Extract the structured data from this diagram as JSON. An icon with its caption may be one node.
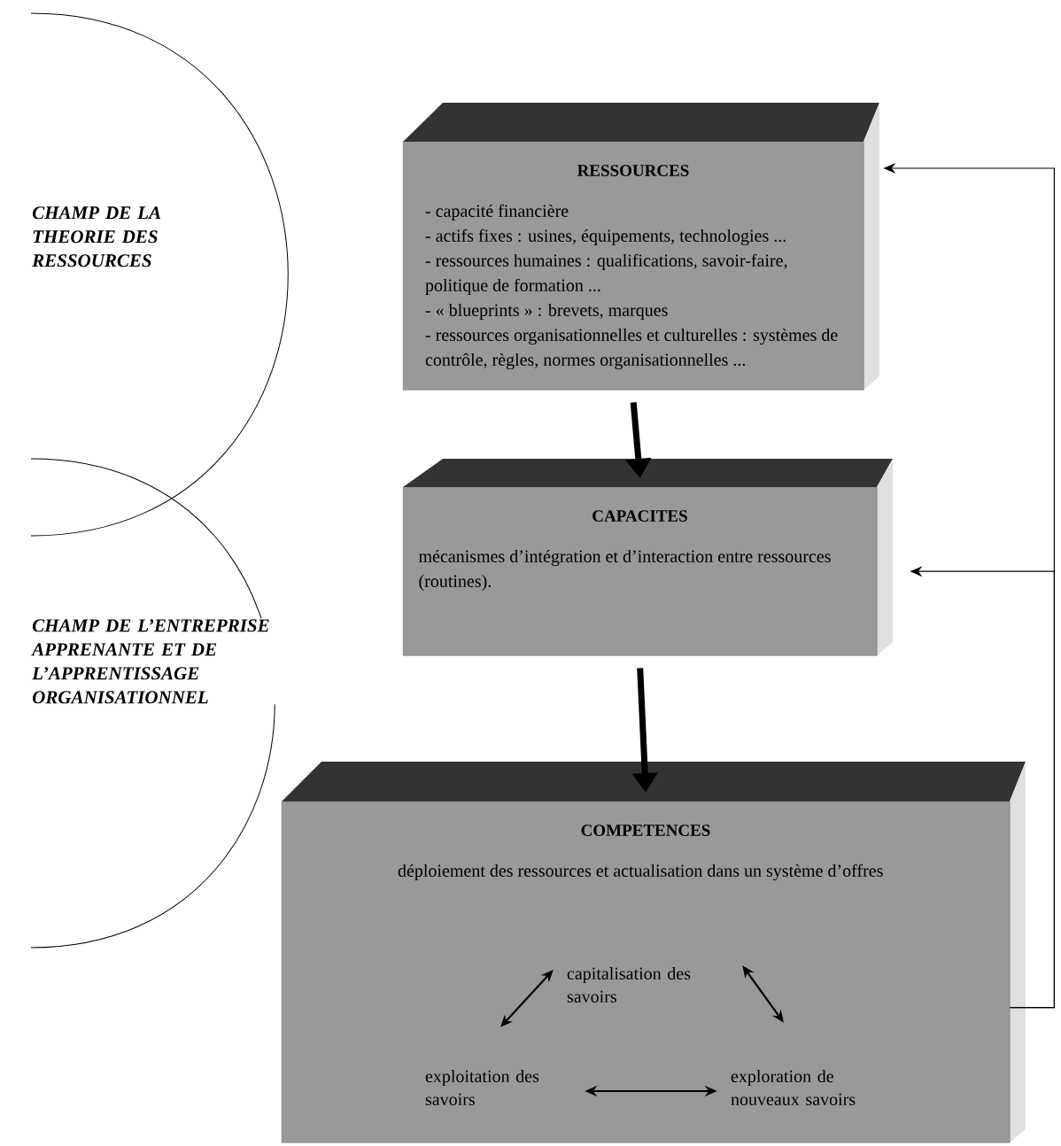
{
  "diagram": {
    "nodes": [
      {
        "text": [
          "RESSOURCES",
          "- capacité financière",
          "- actifs fixes : usines, équipements, technologies ...",
          "- ressources humaines : qualifications, savoir-faire, politique de formation ...",
          "- « blueprints » : brevets, marques",
          "- ressources organisationnelles et culturelles : systèmes de contrôle, règles, normes organisationnelles ..."
        ]
      },
      {
        "text": [
          "CAPACITES",
          "mécanismes d’intégration et d’interaction entre ressources (routines)."
        ]
      },
      {
        "text": [
          "COMPETENCES",
          "déploiement des ressources et actualisation dans un système d’offres"
        ]
      },
      {
        "text": [
          "capitalisation des savoirs"
        ],
        "in": 2
      },
      {
        "text": [
          "exploitation des savoirs"
        ],
        "in": 2
      },
      {
        "text": [
          "exploration de nouveaux savoirs"
        ],
        "in": 2
      }
    ],
    "edges": [
      {
        "from": 0,
        "to": 1,
        "arrow": "to",
        "style": "thick"
      },
      {
        "from": 1,
        "to": 2,
        "arrow": "to",
        "style": "thick"
      },
      {
        "from": 2,
        "to": 0,
        "arrow": "to"
      },
      {
        "from": 2,
        "to": 1,
        "arrow": "to"
      },
      {
        "from": 3,
        "to": 4,
        "arrow": "both"
      },
      {
        "from": 3,
        "to": 5,
        "arrow": "both"
      },
      {
        "from": 4,
        "to": 5,
        "arrow": "both"
      }
    ],
    "labels": [
      "CHAMP DE LA THEORIE DES RESSOURCES",
      "CHAMP DE L’ENTREPRISE APPRENANTE ET DE L’APPRENTISSAGE ORGANISATIONNEL"
    ]
  }
}
